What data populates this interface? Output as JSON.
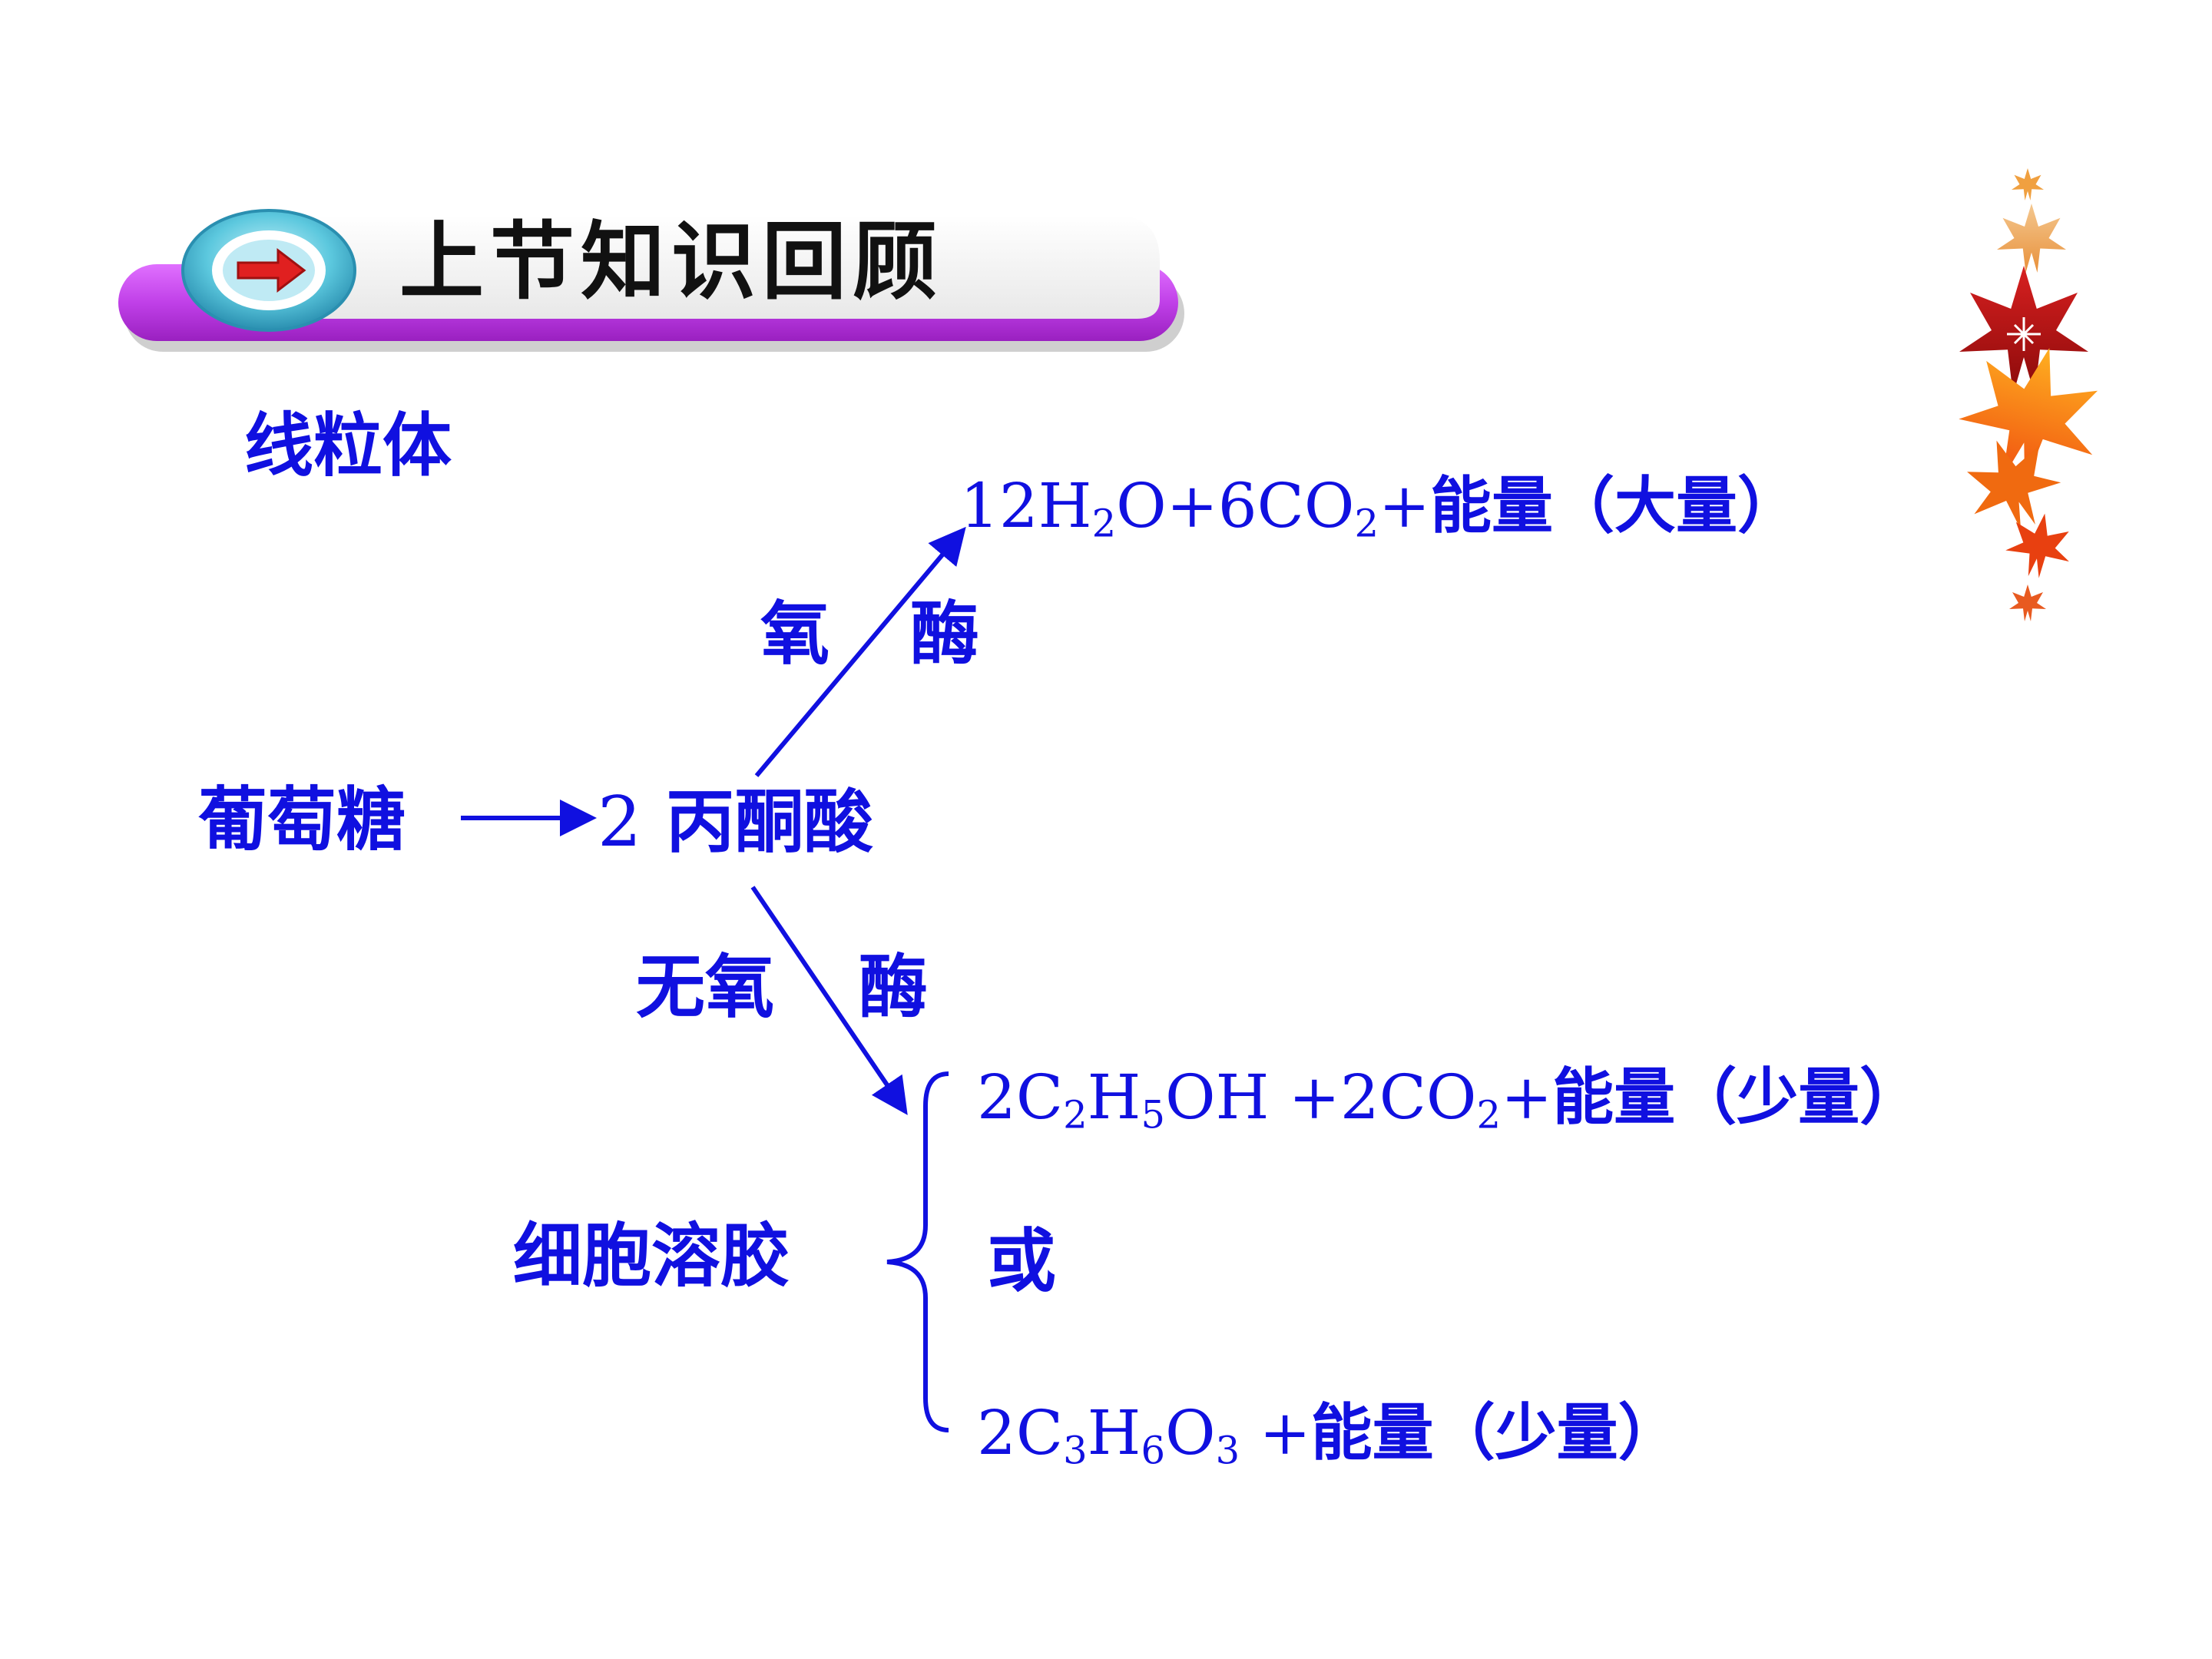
{
  "header": {
    "title": "上节知识回顾",
    "icon": "arrow-right-icon",
    "bar_color": "#c040e8",
    "ring_color": "#40b8d0",
    "arrow_color": "#e02020"
  },
  "decoration": {
    "icon": "maple-leaves-icon"
  },
  "colors": {
    "text": "#1010e0",
    "heading": "#111111"
  },
  "labels": {
    "mitochondria": "线粒体",
    "glucose": "葡萄糖",
    "pyruvate_count": "2",
    "pyruvate": "丙酮酸",
    "oxygen": "氧",
    "enzyme_top": "酶",
    "anaerobic": "无氧",
    "enzyme_bottom": "酶",
    "cytoplasm": "细胞溶胶",
    "or": "或"
  },
  "products": {
    "aerobic": {
      "p1": "12H",
      "s1": "2",
      "p2": "O+6CO",
      "s2": "2",
      "p3": "+",
      "energy": "能量（大量）"
    },
    "ethanol": {
      "p1": "2C",
      "s1": "2",
      "p2": "H",
      "s2": "5",
      "p3": "OH +2CO",
      "s3": "2",
      "p4": "+",
      "energy": "能量（少量）"
    },
    "lactic": {
      "p1": "2C",
      "s1": "3",
      "p2": "H",
      "s2": "6",
      "p3": "O",
      "s3": "3",
      "p4": " +",
      "energy": "能量（少量）"
    }
  }
}
